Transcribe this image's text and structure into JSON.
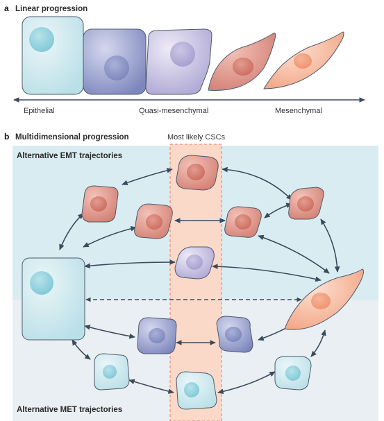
{
  "panel_a": {
    "letter": "a",
    "title": "Linear progression",
    "labels": {
      "epithelial": "Epithelial",
      "quasi": "Quasi-mesenchymal",
      "mesenchymal": "Mesenchymal"
    }
  },
  "panel_b": {
    "letter": "b",
    "title": "Multidimensional progression",
    "csc_label": "Most likely CSCs",
    "emt_label": "Alternative EMT trajectories",
    "met_label": "Alternative MET trajectories"
  },
  "colors": {
    "epithelial_fill": "#cfe9ef",
    "epithelial_nucleus": "#8fd0dc",
    "quasi_blue_fill": "#9aa2cc",
    "quasi_blue_nucleus": "#7f88bd",
    "quasi_purple_fill": "#c3bde0",
    "mes_red_fill": "#de8e82",
    "mes_red_nucleus": "#cf6f63",
    "mes_orange_fill": "#f6b79a",
    "csc_band": "#fbd9c8",
    "csc_border": "#e0806d",
    "emt_bg": "#d9ecf1",
    "met_bg": "#e9eff2",
    "arrow": "#3c4a5c"
  },
  "icons": [
    "epithelial-cell",
    "quasi-mesenchymal-cell",
    "mesenchymal-cell",
    "double-arrow"
  ]
}
